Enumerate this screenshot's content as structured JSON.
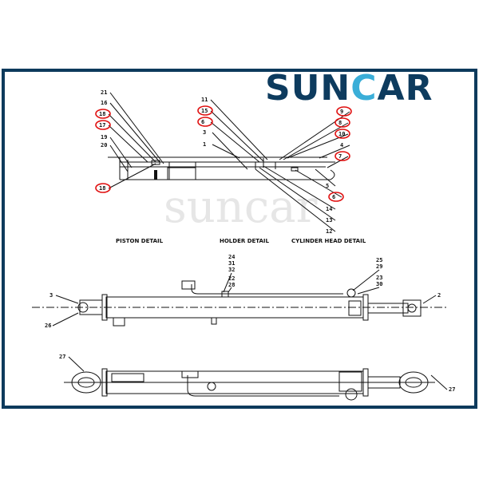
{
  "logo": {
    "text_a": "SUN",
    "text_b": "C",
    "text_c": "AR"
  },
  "watermark": "suncar",
  "colors": {
    "frame": "#0d3a5c",
    "logo_dark": "#0d3b5e",
    "logo_accent": "#3aaed8",
    "highlight": "#e01010"
  },
  "captions": [
    "PISTON DETAIL",
    "HOLDER DETAIL",
    "CYLINDER HEAD DETAIL"
  ],
  "detail_labels": [
    {
      "t": "21",
      "c": false
    },
    {
      "t": "16",
      "c": false
    },
    {
      "t": "18",
      "c": true
    },
    {
      "t": "17",
      "c": true
    },
    {
      "t": "19",
      "c": false
    },
    {
      "t": "20",
      "c": false
    },
    {
      "t": "18",
      "c": true
    },
    {
      "t": "11",
      "c": false
    },
    {
      "t": "15",
      "c": true
    },
    {
      "t": "6",
      "c": true
    },
    {
      "t": "3",
      "c": false
    },
    {
      "t": "1",
      "c": false
    },
    {
      "t": "9",
      "c": true
    },
    {
      "t": "8",
      "c": true
    },
    {
      "t": "10",
      "c": true
    },
    {
      "t": "4",
      "c": false
    },
    {
      "t": "7",
      "c": true
    },
    {
      "t": "5",
      "c": false
    },
    {
      "t": "6",
      "c": true
    },
    {
      "t": "14",
      "c": false
    },
    {
      "t": "13",
      "c": false
    },
    {
      "t": "12",
      "c": false
    }
  ],
  "assembly_labels": [
    "24",
    "31",
    "32",
    "22",
    "28",
    "25",
    "29",
    "23",
    "30",
    "3",
    "26",
    "2",
    "27",
    "27"
  ]
}
